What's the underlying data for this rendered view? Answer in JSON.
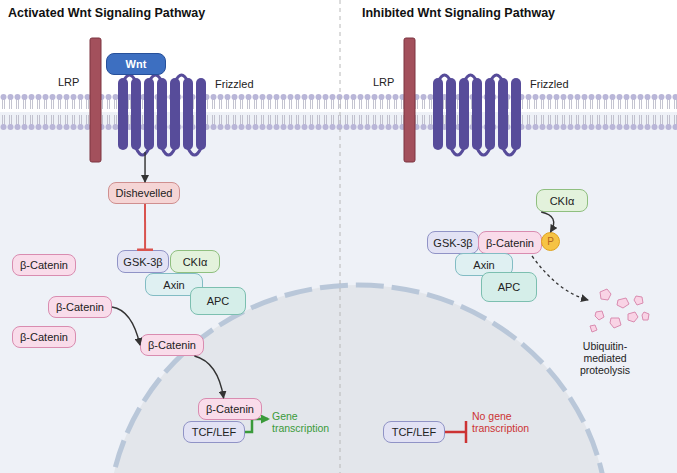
{
  "diagram": {
    "nodes": [
      {
        "text": [
          "LRP"
        ]
      },
      {
        "text": [
          "Wnt"
        ]
      },
      {
        "text": [
          "Frizzled"
        ]
      },
      {
        "text": [
          "Dishevelled"
        ]
      },
      {
        "text": [
          "GSK-3β"
        ]
      },
      {
        "text": [
          "CKIα"
        ]
      },
      {
        "text": [
          "Axin"
        ]
      },
      {
        "text": [
          "APC"
        ]
      },
      {
        "text": [
          "β-Catenin"
        ]
      },
      {
        "text": [
          "β-Catenin"
        ]
      },
      {
        "text": [
          "β-Catenin"
        ]
      },
      {
        "text": [
          "β-Catenin"
        ]
      },
      {
        "text": [
          "β-Catenin"
        ]
      },
      {
        "text": [
          "TCF/LEF"
        ]
      },
      {
        "text": [
          "LRP"
        ]
      },
      {
        "text": [
          "Frizzled"
        ]
      },
      {
        "text": [
          "CKIα"
        ]
      },
      {
        "text": [
          "GSK-3β"
        ]
      },
      {
        "text": [
          "β-Catenin"
        ]
      },
      {
        "text": [
          "P"
        ]
      },
      {
        "text": [
          "Axin"
        ]
      },
      {
        "text": [
          "APC"
        ]
      },
      {
        "text": [
          "TCF/LEF"
        ]
      }
    ],
    "edges": [
      {
        "from": 2,
        "to": 3,
        "arrow": "to"
      },
      {
        "from": 3,
        "to": 4,
        "arrow": "to"
      },
      {
        "from": 9,
        "to": 11,
        "arrow": "to"
      },
      {
        "from": 11,
        "to": 12,
        "arrow": "to"
      },
      {
        "from": 16,
        "to": 19,
        "arrow": "to"
      }
    ],
    "labels": [
      "Activated Wnt Signaling Pathway",
      "Inhibited Wnt Signaling Pathway",
      "Gene transcription",
      "No gene transcription",
      "Ubiquitin-mediated proteolysis"
    ]
  }
}
